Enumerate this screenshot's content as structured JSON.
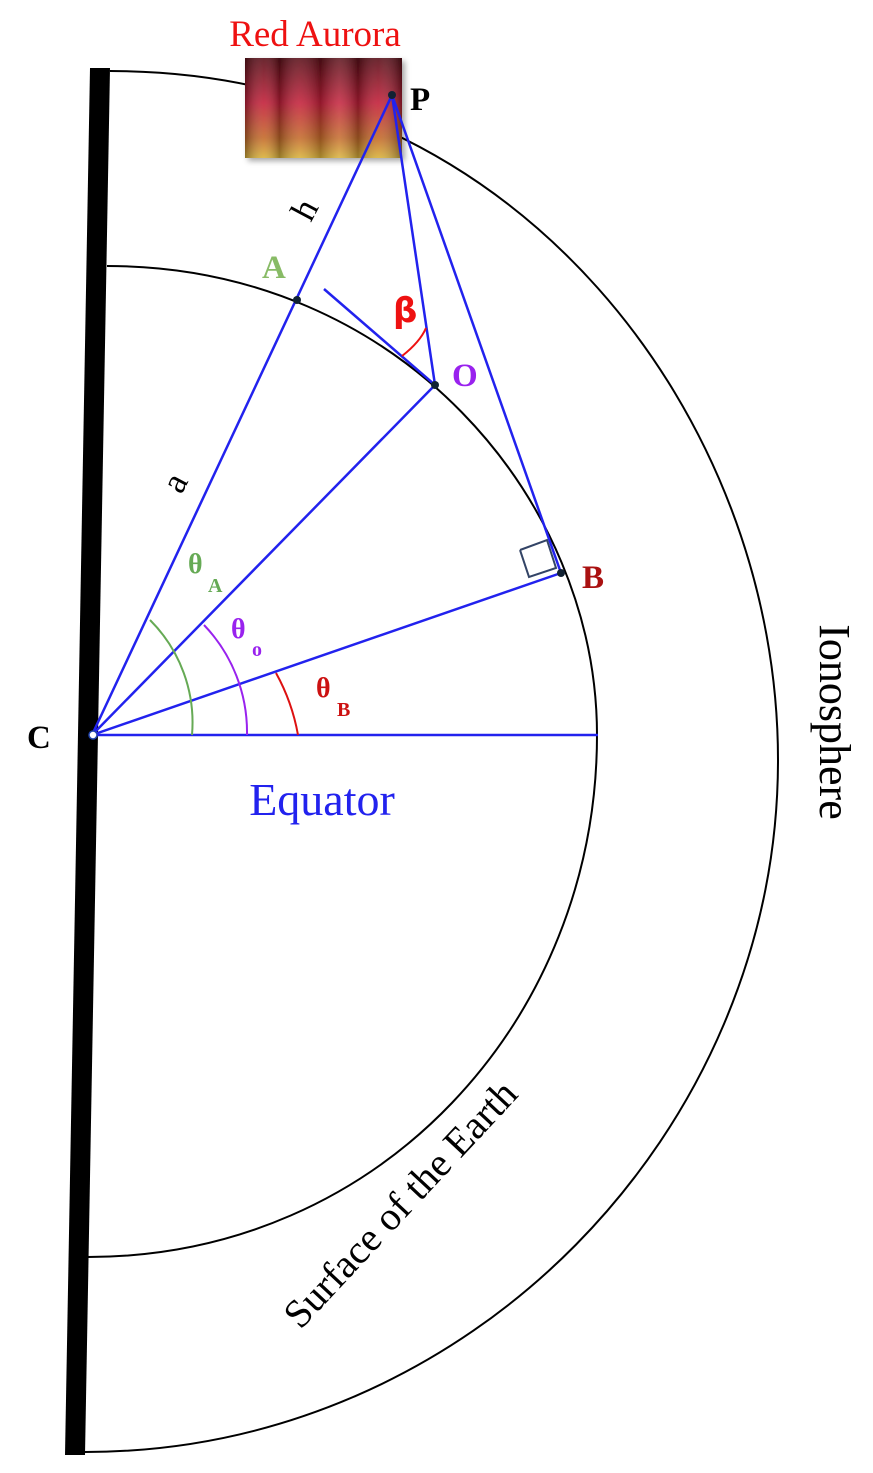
{
  "labels": {
    "red_aurora": "Red Aurora",
    "point_p": "P",
    "point_a": "A",
    "point_o": "O",
    "point_b": "B",
    "point_c": "C",
    "side_h": "h",
    "side_a": "a",
    "angle_beta": "β",
    "theta_a": "θ",
    "theta_a_sub": "A",
    "theta_o": "θ",
    "theta_o_sub": "o",
    "theta_b": "θ",
    "theta_b_sub": "B",
    "equator": "Equator",
    "ionosphere": "Ionosphere",
    "earth_surface": "Surface of the Earth"
  },
  "colors": {
    "lines": "#2222ee",
    "arcs": "#000000",
    "axis": "#000000",
    "label_a": "#88bb66",
    "theta_a": "#66aa55",
    "label_o": "#9922ee",
    "label_b": "#aa1111",
    "beta": "#ee1111",
    "red_aurora_text": "#ee1111",
    "right_angle": "#334466"
  }
}
